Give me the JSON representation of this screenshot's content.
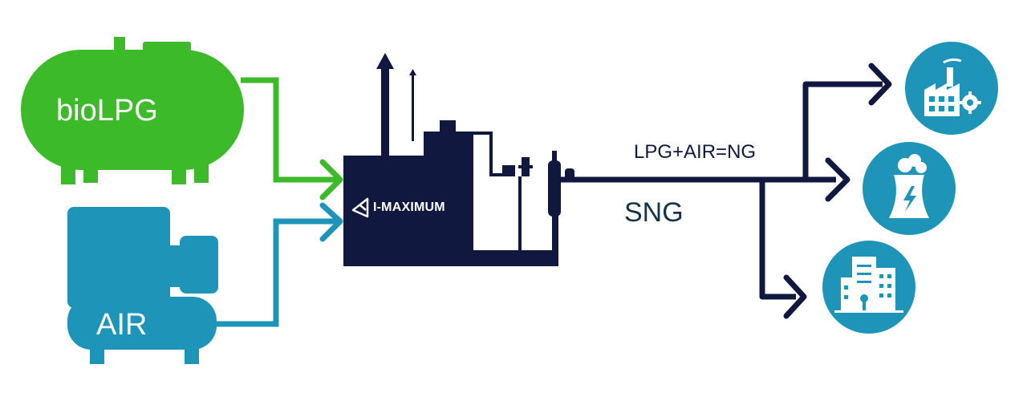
{
  "labels": {
    "biolpg": "bioLPG",
    "air": "AIR",
    "brand": "I-MAXIMUM",
    "formula": "LPG+AIR=NG",
    "output": "SNG"
  },
  "icons": {
    "industry": "factory-gear-icon",
    "power": "power-plant-icon",
    "buildings": "city-buildings-icon",
    "brand_mark": "i-maximum-logo-icon"
  },
  "colors": {
    "biolpg_green": "#3dba2a",
    "air_blue": "#1e95b8",
    "mixer_navy": "#10183f",
    "icon_circle": "#1e95b8",
    "text_dark": "#143347"
  }
}
